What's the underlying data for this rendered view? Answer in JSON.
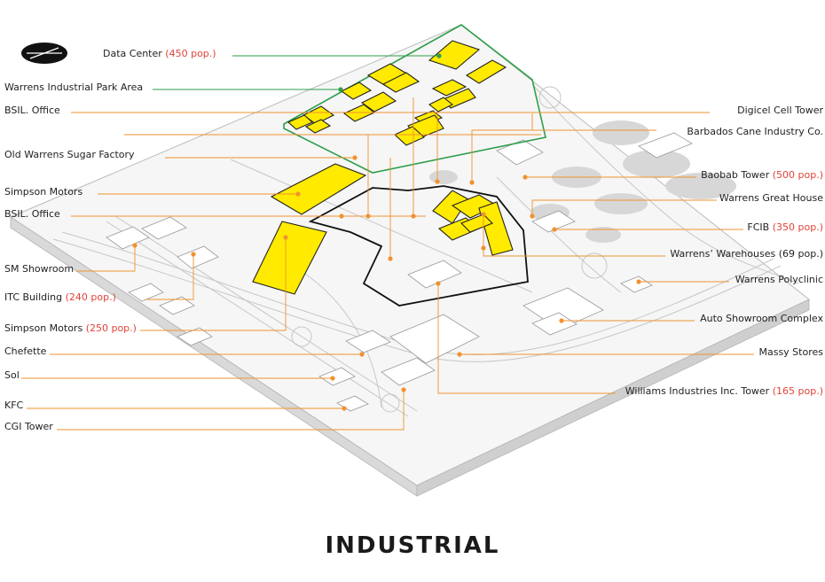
{
  "title": "INDUSTRIAL",
  "colors": {
    "highlight": "#ffea00",
    "leader": "#f0922e",
    "population": "#e0433a",
    "industrial_park": "#2e9e4a",
    "district_outline": "#111111"
  },
  "labels_left": [
    {
      "name": "Data Center",
      "pop": "(450 pop.)"
    },
    {
      "name": "Warrens Industrial Park Area",
      "pop": ""
    },
    {
      "name": "BSIL. Office",
      "pop": ""
    },
    {
      "name": "Old Warrens Sugar Factory",
      "pop": ""
    },
    {
      "name": "Simpson Motors",
      "pop": ""
    },
    {
      "name": "BSIL. Office",
      "pop": ""
    },
    {
      "name": "SM Showroom",
      "pop": ""
    },
    {
      "name": "ITC Building",
      "pop": "(240 pop.)"
    },
    {
      "name": "Simpson Motors",
      "pop": "(250 pop.)"
    },
    {
      "name": "Chefette",
      "pop": ""
    },
    {
      "name": "Sol",
      "pop": ""
    },
    {
      "name": "KFC",
      "pop": ""
    },
    {
      "name": "CGI Tower",
      "pop": ""
    }
  ],
  "labels_right": [
    {
      "name": "Digicel Cell Tower",
      "pop": ""
    },
    {
      "name": "Barbados Cane Industry Co.",
      "pop": ""
    },
    {
      "name": "Baobab Tower",
      "pop": "(500 pop.)"
    },
    {
      "name": "Warrens Great House",
      "pop": ""
    },
    {
      "name": "FCIB",
      "pop": "(350 pop.)"
    },
    {
      "name": "Warrens’ Warehouses",
      "pop": "(69 pop.)"
    },
    {
      "name": "Warrens Polyclinic",
      "pop": ""
    },
    {
      "name": "Auto Showroom Complex",
      "pop": ""
    },
    {
      "name": "Massy Stores",
      "pop": ""
    },
    {
      "name": "Williams Industries Inc. Tower",
      "pop": "(165 pop.)"
    }
  ]
}
